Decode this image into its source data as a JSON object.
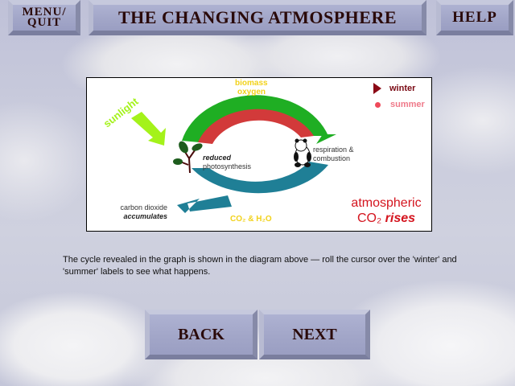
{
  "header": {
    "menu_label_line1": "MENU/",
    "menu_label_line2": "QUIT",
    "title": "THE CHANGING ATMOSPHERE",
    "help_label": "HELP"
  },
  "diagram": {
    "sunlight_label": "sunlight",
    "top_arc_label1": "biomass",
    "top_arc_label2": "oxygen",
    "left_label_italic": "reduced",
    "left_label": "photosynthesis",
    "right_label_line1": "respiration &",
    "right_label_line2": "combustion",
    "bottom_arc_label": "CO₂ & H₂O",
    "outflow_label_line1": "carbon dioxide",
    "outflow_label_line2": "accumulates",
    "result_line1": "atmospheric",
    "result_co2": "CO₂",
    "result_rises": "rises",
    "legend": [
      {
        "label": "winter",
        "icon": "triangle-right-icon",
        "color": "#8b0a16"
      },
      {
        "label": "summer",
        "icon": "dot-icon",
        "color": "#ef4a5a"
      }
    ],
    "colors": {
      "arc_green": "#1fae23",
      "arc_red": "#d23a3a",
      "arc_teal": "#1f7f96",
      "arc_text_yellow": "#f2d21a",
      "sunlight_green": "#a4f21a",
      "result_red": "#d4141e"
    }
  },
  "caption": "The cycle revealed in the graph is shown in the diagram above — roll the cursor over the 'winter' and 'summer' labels to see what happens.",
  "nav": {
    "back_label": "BACK",
    "next_label": "NEXT"
  }
}
